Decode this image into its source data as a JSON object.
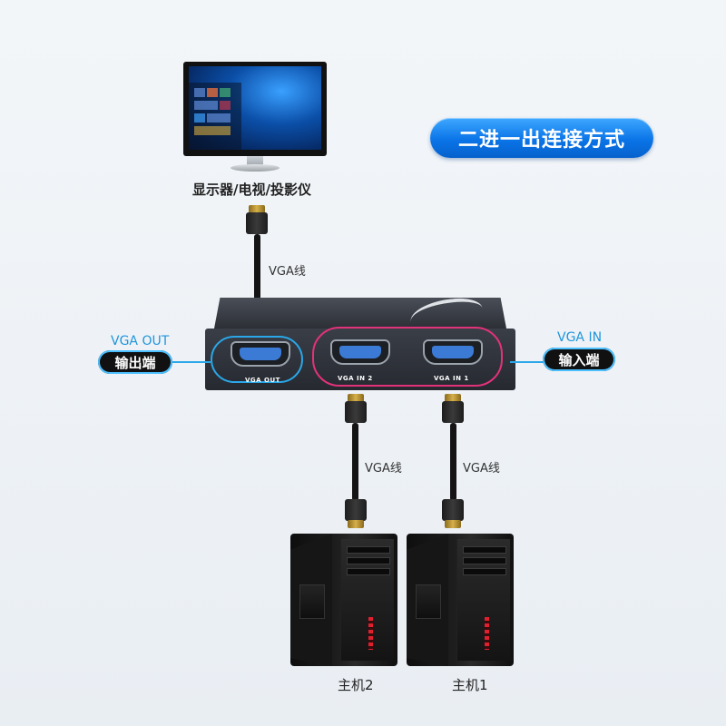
{
  "title": "二进一出连接方式",
  "display_label": "显示器/电视/投影仪",
  "cable_label": "VGA线",
  "switch": {
    "ports": [
      "VGA OUT",
      "VGA IN 2",
      "VGA IN 1"
    ]
  },
  "output_side": {
    "text": "VGA OUT",
    "pill": "输出端"
  },
  "input_side": {
    "text": "VGA IN",
    "pill": "输入端"
  },
  "hosts": [
    "主机2",
    "主机1"
  ],
  "colors": {
    "accent_blue": "#2aa7e8",
    "accent_pink": "#e2327a",
    "title_blue": "#0a74e8"
  }
}
